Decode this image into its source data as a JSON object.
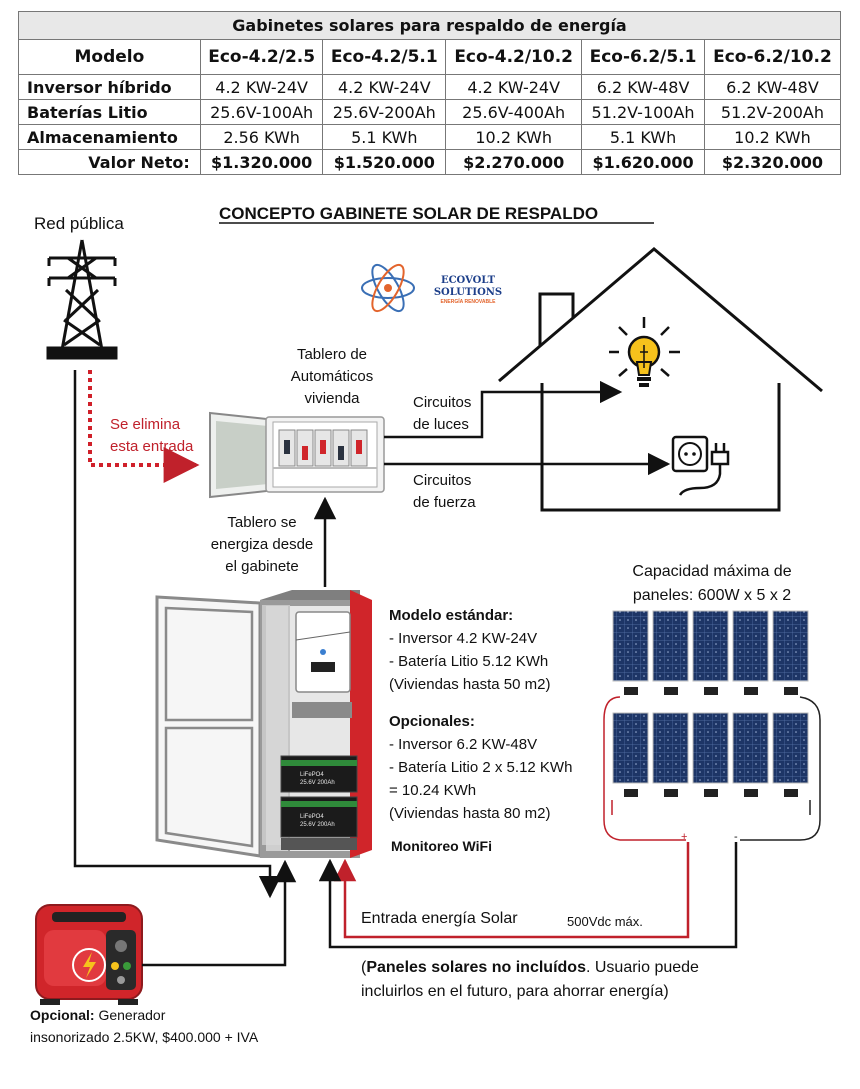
{
  "table": {
    "title": "Gabinetes solares para respaldo de energía",
    "header": [
      "Modelo",
      "Eco-4.2/2.5",
      "Eco-4.2/5.1",
      "Eco-4.2/10.2",
      "Eco-6.2/5.1",
      "Eco-6.2/10.2"
    ],
    "rows": [
      {
        "label": "Inversor híbrido",
        "cells": [
          "4.2 KW-24V",
          "4.2 KW-24V",
          "4.2 KW-24V",
          "6.2 KW-48V",
          "6.2 KW-48V"
        ]
      },
      {
        "label": "Baterías Litio",
        "cells": [
          "25.6V-100Ah",
          "25.6V-200Ah",
          "25.6V-400Ah",
          "51.2V-100Ah",
          "51.2V-200Ah"
        ]
      },
      {
        "label": "Almacenamiento",
        "cells": [
          "2.56 KWh",
          "5.1 KWh",
          "10.2 KWh",
          "5.1 KWh",
          "10.2 KWh"
        ]
      },
      {
        "label": "Valor Neto:",
        "cells": [
          "$1.320.000",
          "$1.520.000",
          "$2.270.000",
          "$1.620.000",
          "$2.320.000"
        ]
      }
    ]
  },
  "diagram": {
    "title": "CONCEPTO GABINETE SOLAR DE RESPALDO",
    "red_publica": "Red pública",
    "logo_line1": "ECOVOLT",
    "logo_line2": "SOLUTIONS",
    "logo_line3": "ENERGÍA RENOVABLE",
    "tablero_title": [
      "Tablero de",
      "Automáticos",
      "vivienda"
    ],
    "se_elimina": [
      "Se elimina",
      "esta entrada"
    ],
    "circuitos_luces": [
      "Circuitos",
      "de luces"
    ],
    "circuitos_fuerza": [
      "Circuitos",
      "de fuerza"
    ],
    "tablero_energiza": [
      "Tablero se",
      "energiza desde",
      "el gabinete"
    ],
    "modelo_estandar_title": "Modelo estándar:",
    "modelo_estandar_lines": [
      "- Inversor 4.2 KW-24V",
      "- Batería Litio 5.12 KWh",
      "(Viviendas hasta 50 m2)"
    ],
    "opcionales_title": "Opcionales:",
    "opcionales_lines": [
      "- Inversor 6.2 KW-48V",
      "- Batería Litio 2 x 5.12 KWh",
      "= 10.24 KWh",
      "(Viviendas hasta 80 m2)"
    ],
    "monitoreo": "Monitoreo WiFi",
    "capacidad": [
      "Capacidad máxima de",
      "paneles: 600W x 5 x 2"
    ],
    "entrada_solar": "Entrada energía Solar",
    "vdc": "500Vdc máx.",
    "paneles_bold": "Paneles solares no incluídos",
    "paneles_rest1": ". Usuario puede",
    "paneles_rest2": "incluirlos en el futuro, para ahorrar energía)",
    "paren_open": "(",
    "opcional_bold": "Opcional:",
    "opcional_rest": " Generador",
    "opcional_line2": "insonorizado 2.5KW, $400.000 + IVA",
    "battery_label1": "LiFePO4",
    "battery_label2": "25.6V 200Ah",
    "plus": "+",
    "minus": "-"
  },
  "colors": {
    "red_line": "#c0212b",
    "dotted": "#d0202a",
    "cabinet_red": "#d0252a",
    "panel_blue": "#1d3566",
    "bulb_yellow": "#f6c21c",
    "battery_green": "#2f8a3a"
  },
  "icons": [
    "power-tower-icon",
    "atom-logo-icon",
    "bulb-icon",
    "socket-icon",
    "plug-icon",
    "generator-icon",
    "breaker-panel-icon",
    "cabinet-icon",
    "solar-panel-icon"
  ]
}
